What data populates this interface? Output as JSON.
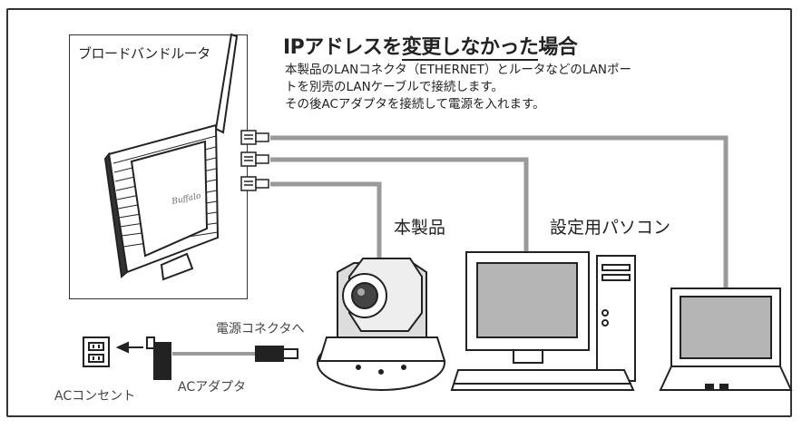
{
  "title_prefix": "IPアドレスを",
  "title_emphasis": "変更しなかった",
  "title_suffix": "場合",
  "description_lines": [
    "本製品のLANコネクタ（ETHERNET）とルータなどのLANポー",
    "トを別売のLANケーブルで接続します。",
    "その後ACアダプタを接続して電源を入れます。"
  ],
  "labels": {
    "router": "ブロードバンドルータ",
    "camera": "本製品",
    "pc": "設定用パソコン",
    "power_connector": "電源コネクタへ",
    "ac_adapter": "ACアダプタ",
    "ac_outlet": "ACコンセント",
    "router_brand": "Buffalo"
  },
  "colors": {
    "cable": "#9a9a9a",
    "outline": "#222222",
    "screen": "#b5b5b5"
  }
}
